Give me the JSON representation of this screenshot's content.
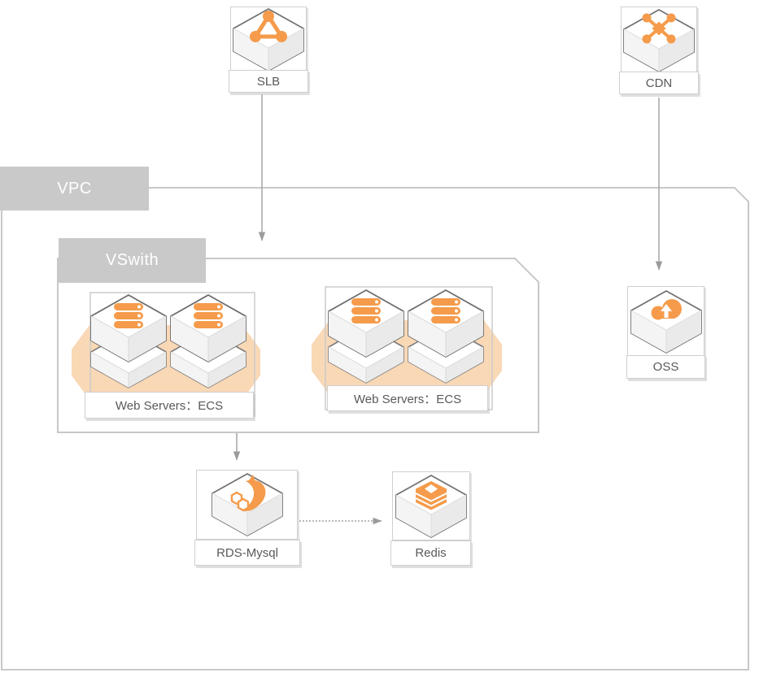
{
  "containers": {
    "vpc": {
      "label": "VPC"
    },
    "vswitch": {
      "label": "VSwith"
    }
  },
  "nodes": {
    "slb": {
      "label": "SLB",
      "icon": "load-balancer-triangle-icon"
    },
    "cdn": {
      "label": "CDN",
      "icon": "cdn-network-x-icon"
    },
    "oss": {
      "label": "OSS",
      "icon": "cloud-upload-icon"
    },
    "rds": {
      "label": "RDS-Mysql",
      "icon": "mysql-dolphin-icon"
    },
    "redis": {
      "label": "Redis",
      "icon": "redis-stack-icon"
    },
    "ecs1": {
      "label": "Web Servers：ECS",
      "icon": "server-stack-icon"
    },
    "ecs2": {
      "label": "Web Servers：ECS",
      "icon": "server-stack-icon"
    }
  },
  "edges": [
    {
      "from": "SLB",
      "to": "VSwith",
      "style": "solid"
    },
    {
      "from": "CDN",
      "to": "OSS",
      "style": "solid"
    },
    {
      "from": "VSwith",
      "to": "RDS-Mysql",
      "style": "solid"
    },
    {
      "from": "RDS-Mysql",
      "to": "Redis",
      "style": "dashed"
    }
  ],
  "colors": {
    "accent_orange": "#F59B4B",
    "blob_peach": "#F9D8B6",
    "container_border": "#C8C8C8",
    "header_fill": "#C9C9C9",
    "label_text": "#595959",
    "arrow": "#9B9B9B"
  }
}
